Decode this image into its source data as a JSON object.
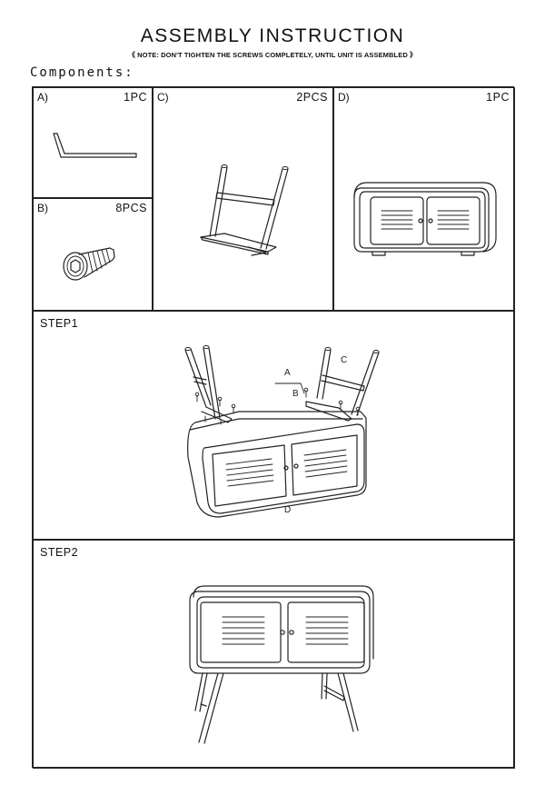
{
  "header": {
    "title": "ASSEMBLY INSTRUCTION",
    "note": "《 NOTE: DON'T TIGHTEN THE SCREWS COMPLETELY, UNTIL UNIT IS ASSEMBLED 》"
  },
  "components_label": "Components:",
  "parts": [
    {
      "letter": "A)",
      "qty": "1PC",
      "icon": "allen-key"
    },
    {
      "letter": "B)",
      "qty": "8PCS",
      "icon": "bolt"
    },
    {
      "letter": "C)",
      "qty": "2PCS",
      "icon": "leg-frame"
    },
    {
      "letter": "D)",
      "qty": "1PC",
      "icon": "cabinet-body"
    }
  ],
  "steps": [
    {
      "label": "STEP1",
      "callouts": [
        "A",
        "B",
        "C",
        "D"
      ]
    },
    {
      "label": "STEP2"
    }
  ]
}
